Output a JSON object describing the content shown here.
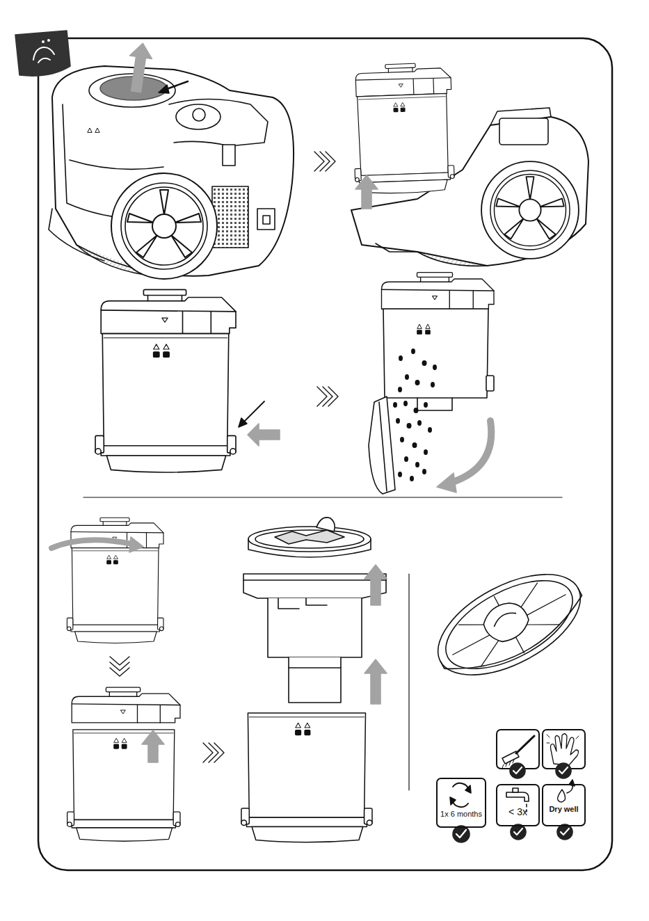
{
  "diagram": {
    "nodes": [
      {
        "text": [
          "1x 6 months"
        ]
      },
      {
        "text": [
          "< 3x"
        ]
      },
      {
        "text": [
          "Dry well"
        ]
      }
    ]
  }
}
